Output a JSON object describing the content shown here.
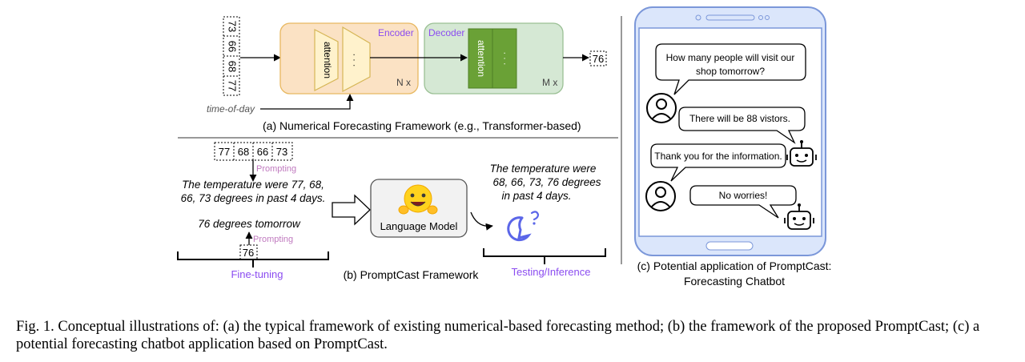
{
  "panel_a": {
    "input_values": [
      "73",
      "66",
      "68",
      "77"
    ],
    "attention_label": "attention",
    "ellipsis": "· · ·",
    "encoder_label": "Encoder",
    "decoder_label": "Decoder",
    "encoder_repeat": "N x",
    "decoder_repeat": "M x",
    "output_value": "76",
    "side_input_label": "time-of-day",
    "caption": "(a) Numerical Forecasting Framework (e.g., Transformer-based)"
  },
  "panel_b": {
    "input_values": [
      "77",
      "68",
      "66",
      "73"
    ],
    "prompting_label": "Prompting",
    "input_prompt_lines": [
      "The temperature were 77, 68,",
      "66, 73 degrees in past 4 days."
    ],
    "target_prompt": "76 degrees tomorrow",
    "target_value": "76",
    "model_label": "Language Model",
    "model_icon": "hugging-face-emoji-icon",
    "output_icon": "chat-bubble-icon",
    "test_prompt_lines": [
      "The temperature were",
      "68, 66, 73, 76 degrees",
      "in past 4 days."
    ],
    "fine_tuning_label": "Fine-tuning",
    "testing_label": "Testing/Inference",
    "caption": "(b) PromptCast Framework"
  },
  "panel_c": {
    "messages": [
      {
        "sender": "user",
        "lines": [
          "How many people will visit our",
          "shop tomorrow?"
        ]
      },
      {
        "sender": "bot",
        "lines": [
          "There will be 88 vistors."
        ]
      },
      {
        "sender": "user",
        "lines": [
          "Thank you for the information."
        ]
      },
      {
        "sender": "bot",
        "lines": [
          "No worries!"
        ]
      }
    ],
    "user_icon": "user-avatar-icon",
    "bot_icon": "robot-icon",
    "caption_lines": [
      "(c) Potential application of PromptCast:",
      "Forecasting Chatbot"
    ]
  },
  "figure_caption": "Fig. 1.  Conceptual illustrations of: (a) the typical framework of existing numerical-based forecasting method; (b) the framework of the proposed PromptCast; (c) a potential forecasting chatbot application based on PromptCast.",
  "colors": {
    "encoder_fill": "#fbe2c4",
    "encoder_stroke": "#e8b860",
    "attention_fill": "#fff2cc",
    "decoder_fill": "#d5e8d4",
    "decoder_stroke": "#9bc095",
    "decoder_block": "#6aa136",
    "purple_text": "#8b4cf0",
    "prompting_text": "#c07abf",
    "phone_fill": "#dbe6fb",
    "phone_stroke": "#7b97d9"
  }
}
